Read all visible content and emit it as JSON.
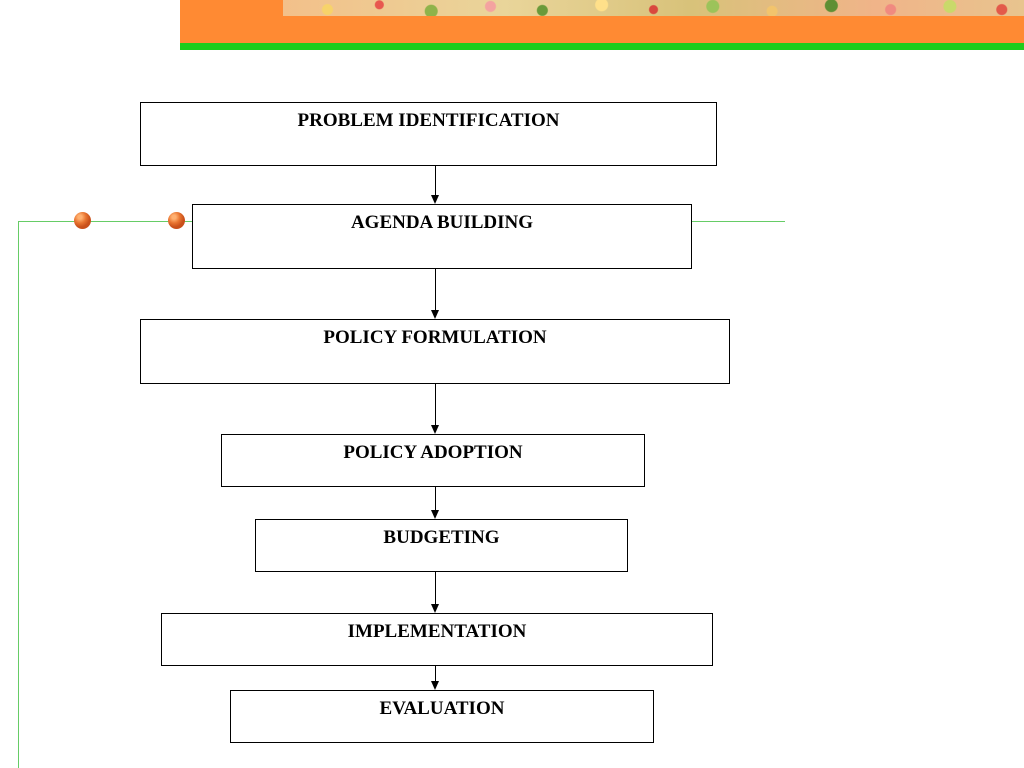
{
  "colors": {
    "header_orange": "#ff8a33",
    "header_green": "#1ccc1c",
    "deco_line": "#66cc66",
    "bullet": "#e87430",
    "box_border": "#000000"
  },
  "flowchart": {
    "steps": [
      {
        "label": "PROBLEM IDENTIFICATION"
      },
      {
        "label": "AGENDA BUILDING"
      },
      {
        "label": "POLICY FORMULATION"
      },
      {
        "label": "POLICY ADOPTION"
      },
      {
        "label": "BUDGETING"
      },
      {
        "label": "IMPLEMENTATION"
      },
      {
        "label": "EVALUATION"
      }
    ]
  }
}
